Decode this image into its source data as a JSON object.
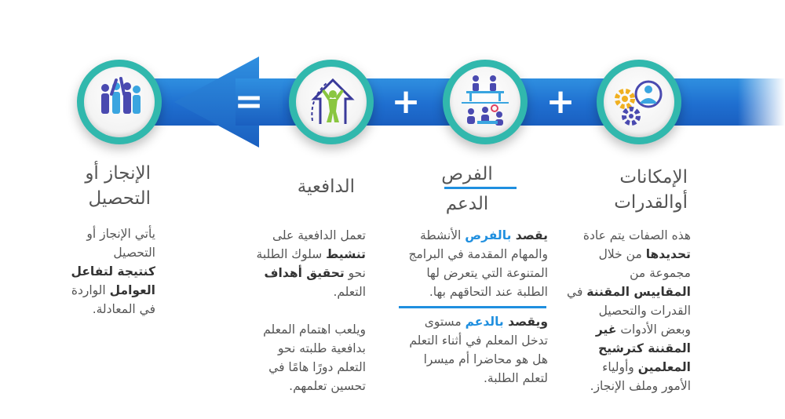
{
  "operators": {
    "equals": "=",
    "plus_1": "+",
    "plus_2": "+"
  },
  "colors": {
    "accent_blue": "#1f8fdf",
    "band_blue": "#1f6fd0",
    "ring_teal": "#31b8ad"
  },
  "columns": {
    "achievement": {
      "icon": "team-celebration-icon",
      "title_line1": "الإنجاز أو",
      "title_line2": "التحصيل",
      "p1_a": "يأتي الإنجاز أو",
      "p1_b": "التحصيل",
      "p1_c": "كنتيجة لتفاعل",
      "p1_d": "العوامل",
      "p1_e": " الواردة",
      "p1_f": "في المعادلة."
    },
    "motivation": {
      "icon": "person-growth-arrow-icon",
      "title": "الدافعية",
      "p1_a": "تعمل الدافعية على",
      "p1_b": "تنشيط",
      "p1_c": " سلوك الطلبة",
      "p1_d": "نحو ",
      "p1_e": "تحقيق أهداف",
      "p1_f": "التعلم.",
      "p2_a": "ويلعب اهتمام المعلم",
      "p2_b": "بدافعية طلبته نحو",
      "p2_c": "التعلم دورًا هامًا في",
      "p2_d": "تحسين تعلمهم."
    },
    "opportunities": {
      "icon": "classroom-meeting-icon",
      "title_line1": "الفرص",
      "title_line2": "الدعم",
      "p1_a": "يقصد ",
      "p1_b": "بالفرص",
      "p1_c": " الأنشطة",
      "p1_d": "والمهام المقدمة في البرامج",
      "p1_e": "المتنوعة التي يتعرض لها",
      "p1_f": "الطلبة عند التحاقهم بها.",
      "p2_a": "ويقصد ",
      "p2_b": "بالدعم",
      "p2_c": " مستوى",
      "p2_d": "تدخل المعلم في أثناء التعلم",
      "p2_e": "هل هو محاضرا أم ميسرا",
      "p2_f": "لتعلم الطلبة."
    },
    "capabilities": {
      "icon": "gears-user-icon",
      "title_line1": "الإمكانات",
      "title_line2": "أوالقدرات",
      "p1_a": "هذه الصفات يتم عادة",
      "p1_b": "تحديدها",
      "p1_c": " من خلال",
      "p1_d": "مجموعة من",
      "p1_e": "المقاييس المقننة",
      "p1_f": " في",
      "p1_g": "القدرات والتحصيل",
      "p1_h": "وبعض الأدوات ",
      "p1_i": "غير",
      "p1_j": "المقننة كترشيح",
      "p1_k": "المعلمين",
      "p1_l": " وأولياء",
      "p1_m": "الأمور وملف الإنجاز."
    }
  }
}
